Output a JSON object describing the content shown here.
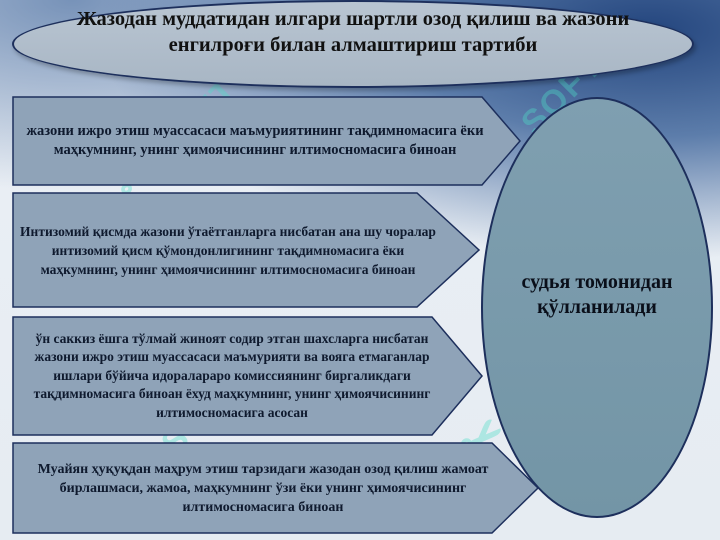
{
  "title": "Жазодан муддатидан илгари шартли озод қилиш ва жазони енгилроғи билан алмаштириш тартиби",
  "arrows": [
    {
      "text": "жазони ижро этиш муассасаси маъмуриятининг тақдимномасига ёки маҳкумнинг, унинг ҳимоячисининг илтимосномасига биноан"
    },
    {
      "text": "Интизомий қисмда жазони ўтаётганларга нисбатан ана шу чоралар интизомий қисм қўмондонлигининг тақдимномасига ёки маҳкумнинг, унинг ҳимоячисининг илтимосномасига биноан"
    },
    {
      "text": "ўн саккиз ёшга тўлмай жиноят содир этган шахсларга нисбатан жазони ижро этиш муассасаси маъмурияти ва вояга етмаганлар ишлари бўйича идоралараро комиссиянинг биргаликдаги тақдимномасига биноан ёхуд маҳкумнинг, унинг ҳимоячисининг илтимосномасига асосан"
    },
    {
      "text": "Муайян ҳуқуқдан маҳрум этиш тарзидаги жазодан озод қилиш жамоат бирлашмаси, жамоа, маҳкумнинг ўзи ёки унинг ҳимоячисининг илтимосномасига биноан"
    }
  ],
  "authority": "судья томонидан қўлланилади",
  "watermark": "SOFT",
  "colors": {
    "arrow_fill": "#8fa3b8",
    "arrow_stroke": "#1d2f5c",
    "oval_fill": "#7f9fb0",
    "title_fill": "#b9c5d2"
  }
}
